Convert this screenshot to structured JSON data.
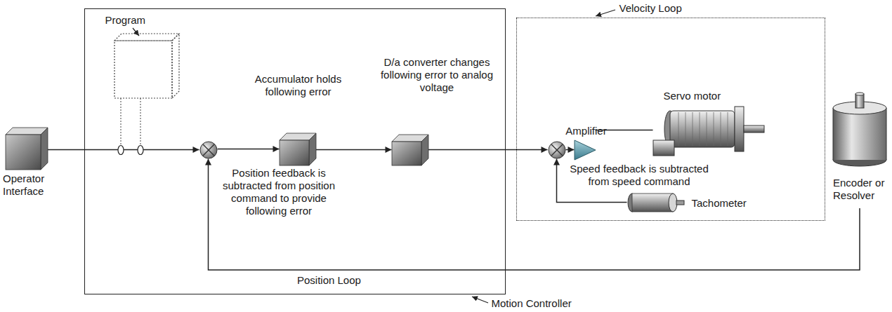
{
  "diagram": {
    "nodes": [
      {
        "text": [
          "Operator Interface"
        ]
      },
      {
        "text": [
          "Motion Controller"
        ]
      },
      {
        "text": [
          "Program"
        ],
        "in": 1
      },
      {
        "text": [
          "Position feedback is subtracted from position command to provide following error"
        ],
        "in": 1
      },
      {
        "text": [
          "Accumulator holds following error"
        ],
        "in": 1
      },
      {
        "text": [
          "D/a converter changes following error to analog voltage"
        ],
        "in": 1
      },
      {
        "text": [
          "Velocity Loop"
        ]
      },
      {
        "text": [
          "Speed feedback is subtracted from speed command"
        ],
        "in": 6
      },
      {
        "text": [
          "Amplifier"
        ],
        "in": 6
      },
      {
        "text": [
          "Servo motor"
        ],
        "in": 6
      },
      {
        "text": [
          "Tachometer"
        ],
        "in": 6
      },
      {
        "text": [
          "Encoder or Resolver"
        ]
      }
    ],
    "edges": [
      {
        "from": 0,
        "to": 3,
        "arrow": "to"
      },
      {
        "from": 3,
        "to": 4,
        "arrow": "to"
      },
      {
        "from": 4,
        "to": 5,
        "arrow": "to"
      },
      {
        "from": 5,
        "to": 7,
        "arrow": "to"
      },
      {
        "from": 7,
        "to": 8,
        "arrow": "to"
      },
      {
        "from": 8,
        "to": 9,
        "arrow": "none"
      },
      {
        "from": 10,
        "to": 7,
        "arrow": "to"
      },
      {
        "from": 11,
        "to": 3,
        "label": "Position Loop",
        "arrow": "to"
      }
    ]
  }
}
